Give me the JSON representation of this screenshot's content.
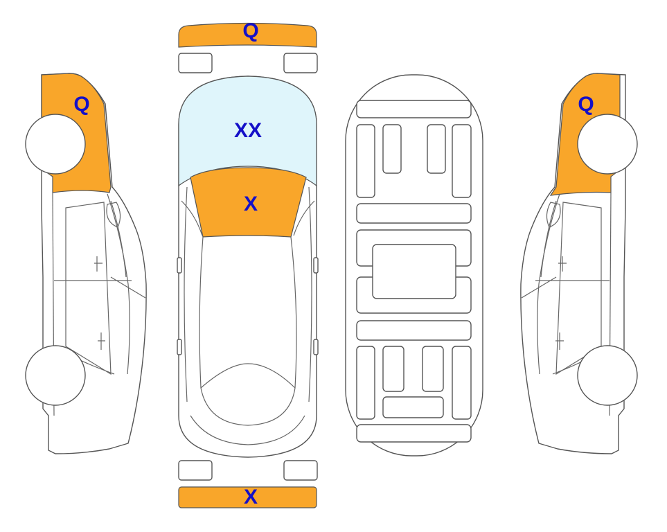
{
  "colors": {
    "damage": "#F9A62A",
    "glass": "#DFF5FB",
    "marker_text": "#1510C8",
    "outline": "#555555"
  },
  "diagram": {
    "front_bumper_mark": "Q",
    "rear_bumper_mark": "X",
    "windshield_mark": "XX",
    "hood_mark": "X",
    "left_front_fender_mark": "Q",
    "right_front_fender_mark": "Q"
  }
}
